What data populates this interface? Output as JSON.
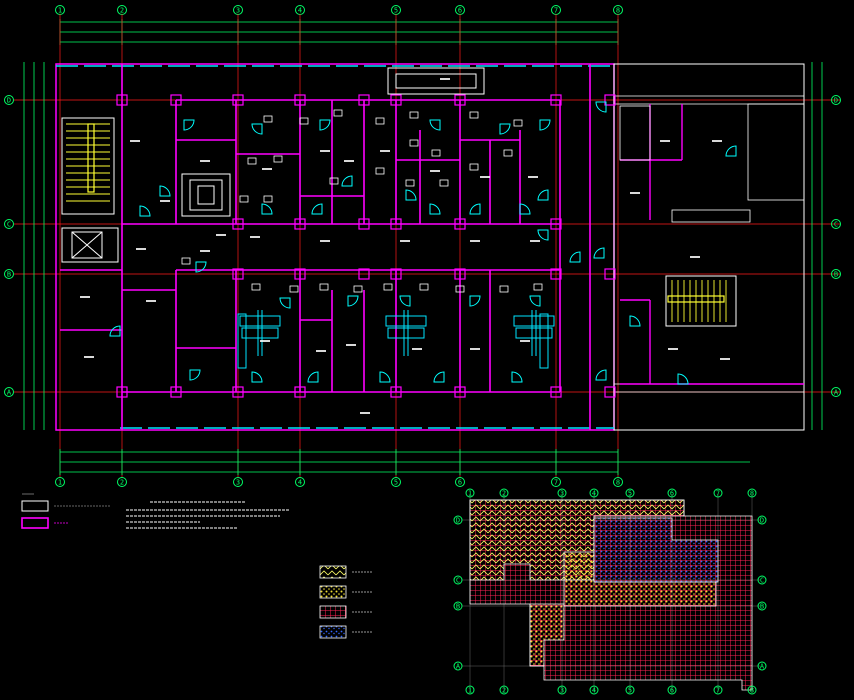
{
  "colors": {
    "background": "#000000",
    "grid": "#ff1a1a",
    "wall": "#ff00ff",
    "column": "#ff00ff",
    "window": "#00e5ff",
    "door": "#00ffff",
    "text": "#ffffff",
    "dimension": "#00ff66",
    "stair": "#ffff33",
    "hatch_chevron": "#ffff66",
    "hatch_grid": "#ff2255",
    "hatch_dots": "#3366ff",
    "hatch_yellow": "#eedd33"
  },
  "plan": {
    "top_axes": [
      "1",
      "2",
      "3",
      "4",
      "5",
      "6",
      "7",
      "8"
    ],
    "bottom_axes": [
      "1",
      "2",
      "3",
      "4",
      "5",
      "6",
      "7",
      "8"
    ],
    "left_axes": [
      "D",
      "C",
      "B",
      "A"
    ],
    "right_axes": [
      "D",
      "C",
      "B",
      "A"
    ]
  },
  "key_plan": {
    "top_axes": [
      "1",
      "2",
      "3",
      "4",
      "5",
      "6",
      "7",
      "8"
    ],
    "bottom_axes": [
      "1",
      "2",
      "3",
      "4",
      "5",
      "6",
      "7",
      "8"
    ],
    "left_axes": [
      "D",
      "C",
      "B",
      "A"
    ],
    "right_axes": [
      "D",
      "C",
      "B",
      "A"
    ]
  },
  "legend_patterns": [
    {
      "name": "chevron",
      "color": "#ffff66"
    },
    {
      "name": "dots-yellow",
      "color": "#eedd33"
    },
    {
      "name": "grid",
      "color": "#ff2255"
    },
    {
      "name": "dots-blue",
      "color": "#3366ff"
    }
  ]
}
